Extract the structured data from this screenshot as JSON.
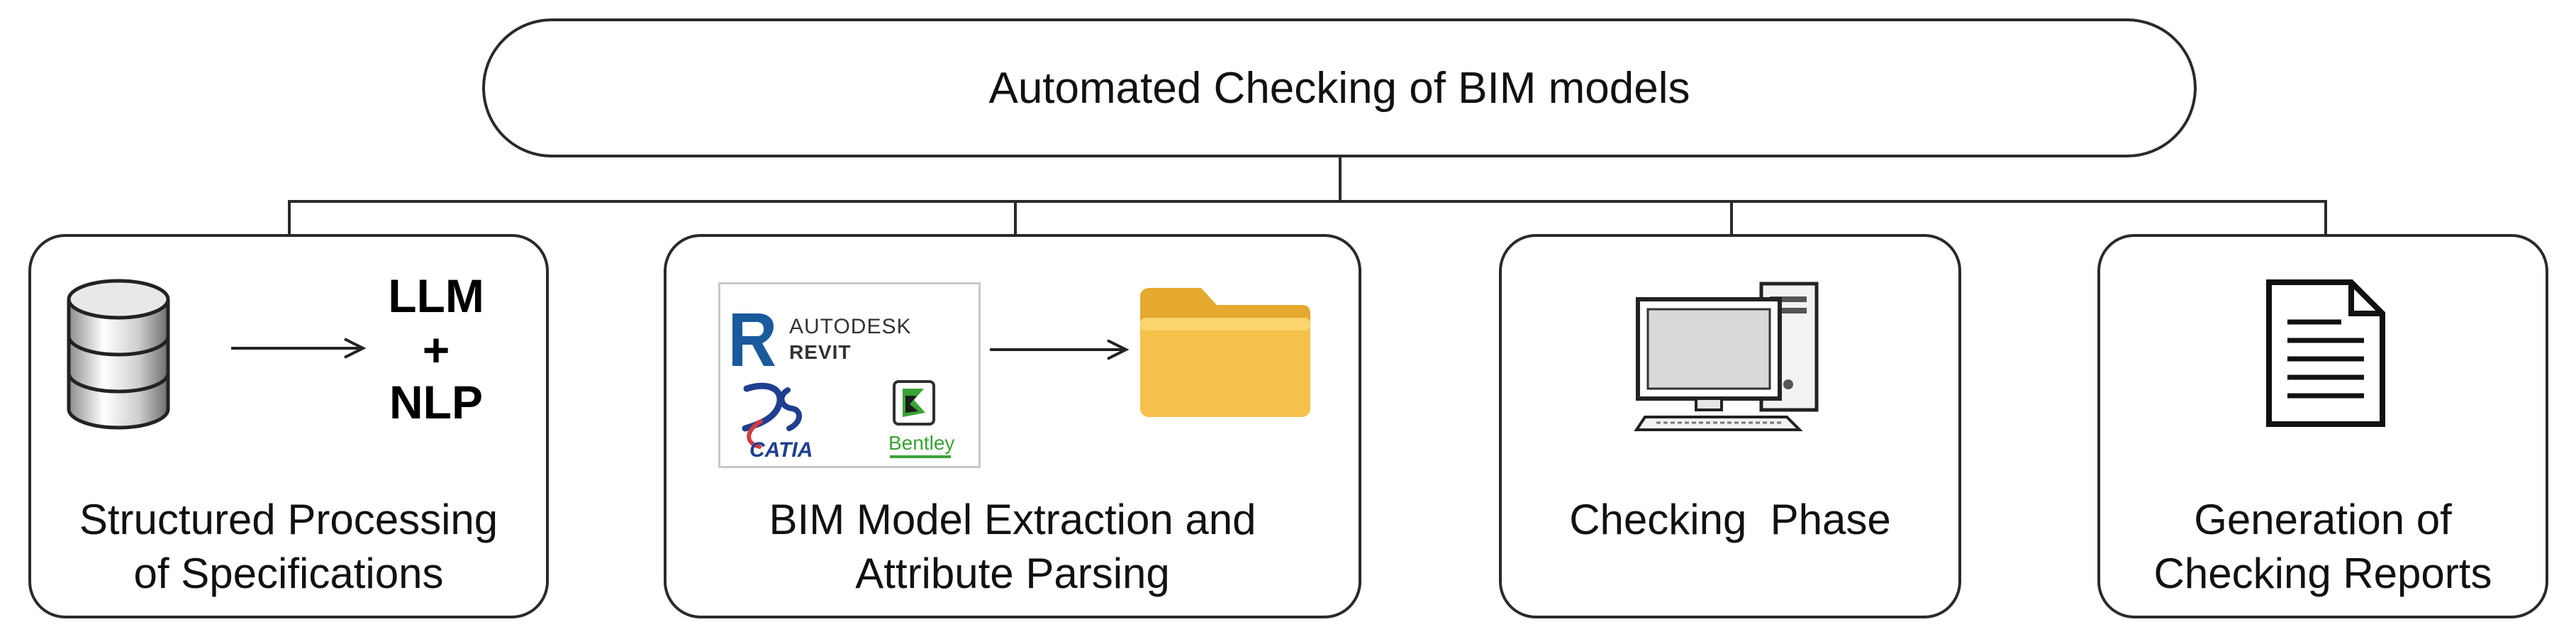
{
  "title": "Automated Checking of BIM models",
  "stages": [
    {
      "label_line1": "Structured Processing",
      "label_line2": "of Specifications",
      "tech": {
        "line1": "LLM",
        "line2": "+",
        "line3": "NLP"
      },
      "icon": "database-icon"
    },
    {
      "label_line1": "BIM Model Extraction and",
      "label_line2": "Attribute Parsing",
      "logos": {
        "autodesk": "AUTODESK",
        "revit": "REVIT",
        "catia": "CATIA",
        "bentley": "Bentley"
      },
      "icon": "folder-icon"
    },
    {
      "label_line1": "Checking  Phase",
      "icon": "computer-icon"
    },
    {
      "label_line1": "Generation of",
      "label_line2": "Checking Reports",
      "icon": "document-icon"
    }
  ],
  "colors": {
    "border": "#2a2a2a",
    "folder": "#f5c14b",
    "revit_blue": "#1a5a9c",
    "catia_blue": "#1f3f8f",
    "bentley_green": "#3aa335",
    "monitor_screen": "#d9d9d9"
  }
}
